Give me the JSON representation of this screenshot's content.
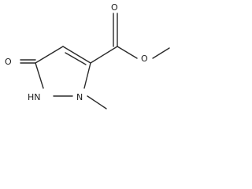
{
  "molecule": {
    "atoms": {
      "O_keto": "O",
      "N_H": "HN",
      "N_methyl": "N",
      "O_carbonyl": "O",
      "O_ester": "O"
    }
  }
}
